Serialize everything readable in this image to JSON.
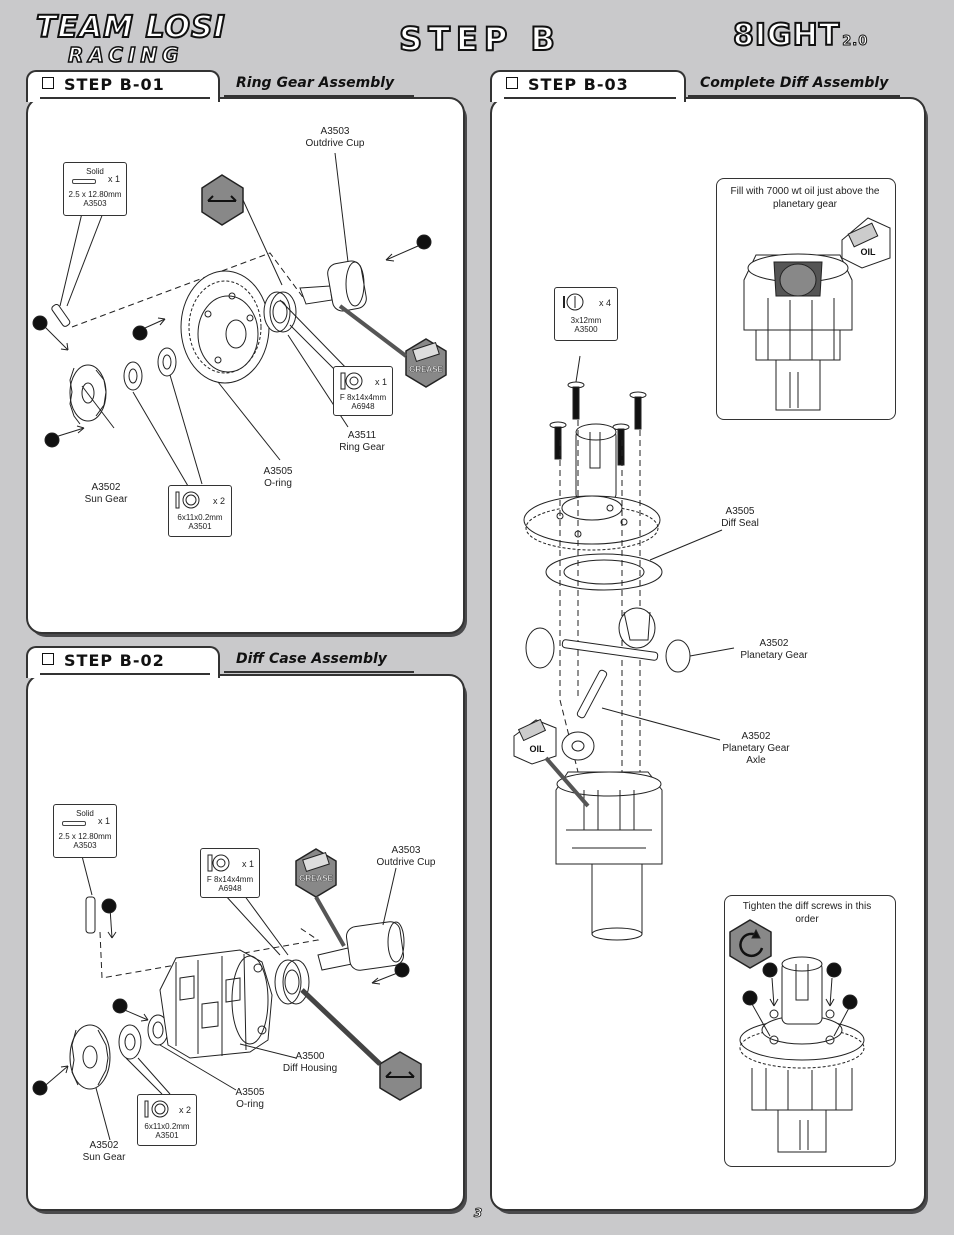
{
  "header": {
    "brand_top": "TEAM LOSI",
    "brand_bottom": "RACING",
    "step_title": "STEP B",
    "model": "8IGHT",
    "model_version": "2.0"
  },
  "steps": [
    {
      "label": "STEP B-01",
      "subtitle": "Ring Gear Assembly",
      "parts": [
        {
          "id": "pin",
          "kind": "Solid",
          "size": "2.5 x 12.80mm",
          "code": "A3503",
          "qty": "x 1"
        },
        {
          "id": "bearing",
          "size": "F 8x14x4mm",
          "code": "A6948",
          "qty": "x 1"
        },
        {
          "id": "shim",
          "size": "6x11x0.2mm",
          "code": "A3501",
          "qty": "x 2"
        }
      ],
      "callouts": [
        {
          "code": "A3503",
          "name": "Outdrive Cup"
        },
        {
          "code": "A3511",
          "name": "Ring Gear"
        },
        {
          "code": "A3505",
          "name": "O-ring"
        },
        {
          "code": "A3502",
          "name": "Sun Gear"
        }
      ],
      "grease_label": "GREASE"
    },
    {
      "label": "STEP B-02",
      "subtitle": "Diff Case Assembly",
      "parts": [
        {
          "id": "pin",
          "kind": "Solid",
          "size": "2.5 x 12.80mm",
          "code": "A3503",
          "qty": "x 1"
        },
        {
          "id": "bearing",
          "size": "F 8x14x4mm",
          "code": "A6948",
          "qty": "x 1"
        },
        {
          "id": "shim",
          "size": "6x11x0.2mm",
          "code": "A3501",
          "qty": "x 2"
        }
      ],
      "callouts": [
        {
          "code": "A3503",
          "name": "Outdrive Cup"
        },
        {
          "code": "A3500",
          "name": "Diff Housing"
        },
        {
          "code": "A3505",
          "name": "O-ring"
        },
        {
          "code": "A3502",
          "name": "Sun Gear"
        }
      ],
      "grease_label": "GREASE"
    },
    {
      "label": "STEP B-03",
      "subtitle": "Complete Diff Assembly",
      "parts": [
        {
          "id": "screw",
          "size": "3x12mm",
          "code": "A3500",
          "qty": "x 4"
        }
      ],
      "callouts": [
        {
          "code": "A3505",
          "name": "Diff Seal"
        },
        {
          "code": "A3502",
          "name": "Planetary Gear"
        },
        {
          "code": "A3502",
          "name": "Planetary Gear Axle"
        }
      ],
      "oil_label": "OIL",
      "oil_note": "Fill with 7000 wt oil just above the planetary gear",
      "tighten_note": "Tighten the diff screws in this order"
    }
  ],
  "page_number": "3",
  "colors": {
    "background": "#c9c9cb",
    "panel_shadow": "#4a4a4c",
    "ink": "#222222",
    "marker": "#111111"
  }
}
